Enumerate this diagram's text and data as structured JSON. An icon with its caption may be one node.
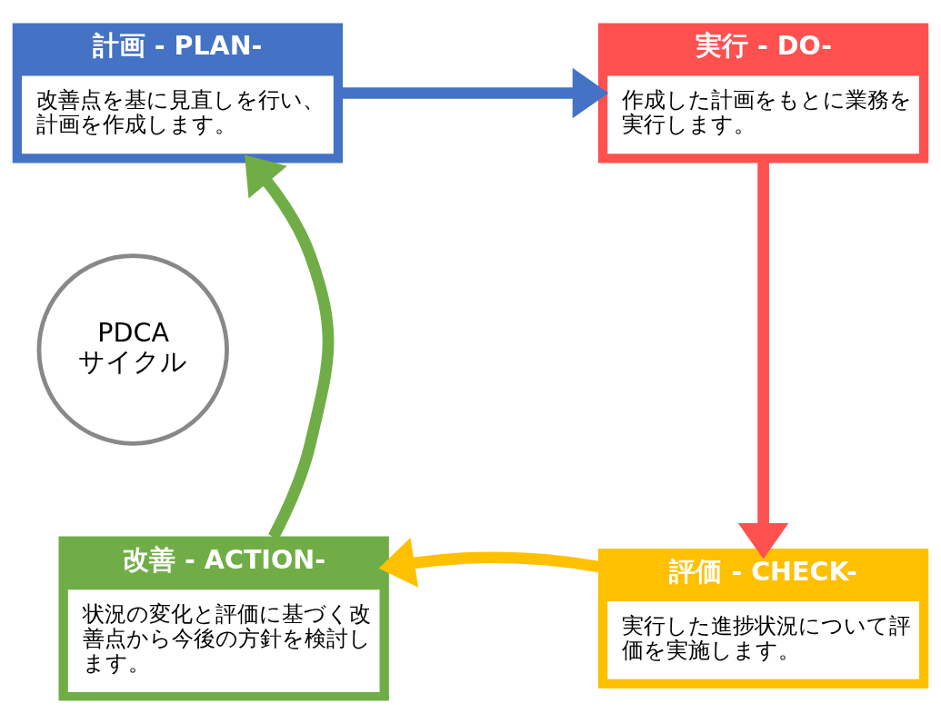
{
  "diagram": {
    "nodes": [
      {
        "text": [
          "計画 - PLAN-",
          "改善点を基に見直しを行い、計画を作成します。"
        ]
      },
      {
        "text": [
          "実行 - DO-",
          "作成した計画をもとに業務を実行します。"
        ]
      },
      {
        "text": [
          "評価 - CHECK-",
          "実行した進捗状況について評価を実施します。"
        ]
      },
      {
        "text": [
          "改善 - ACTION-",
          "状況の変化と評価に基づく改善点から今後の方針を検討します。"
        ]
      },
      {
        "text": [
          "PDCA サイクル"
        ]
      }
    ],
    "edges": [
      {
        "from": 0,
        "to": 1,
        "arrow": "to",
        "color": "#4472c4"
      },
      {
        "from": 1,
        "to": 2,
        "arrow": "to",
        "color": "#ff5050"
      },
      {
        "from": 2,
        "to": 3,
        "arrow": "to",
        "color": "#ffc000"
      },
      {
        "from": 3,
        "to": 0,
        "arrow": "to",
        "color": "#70ad47"
      }
    ]
  }
}
